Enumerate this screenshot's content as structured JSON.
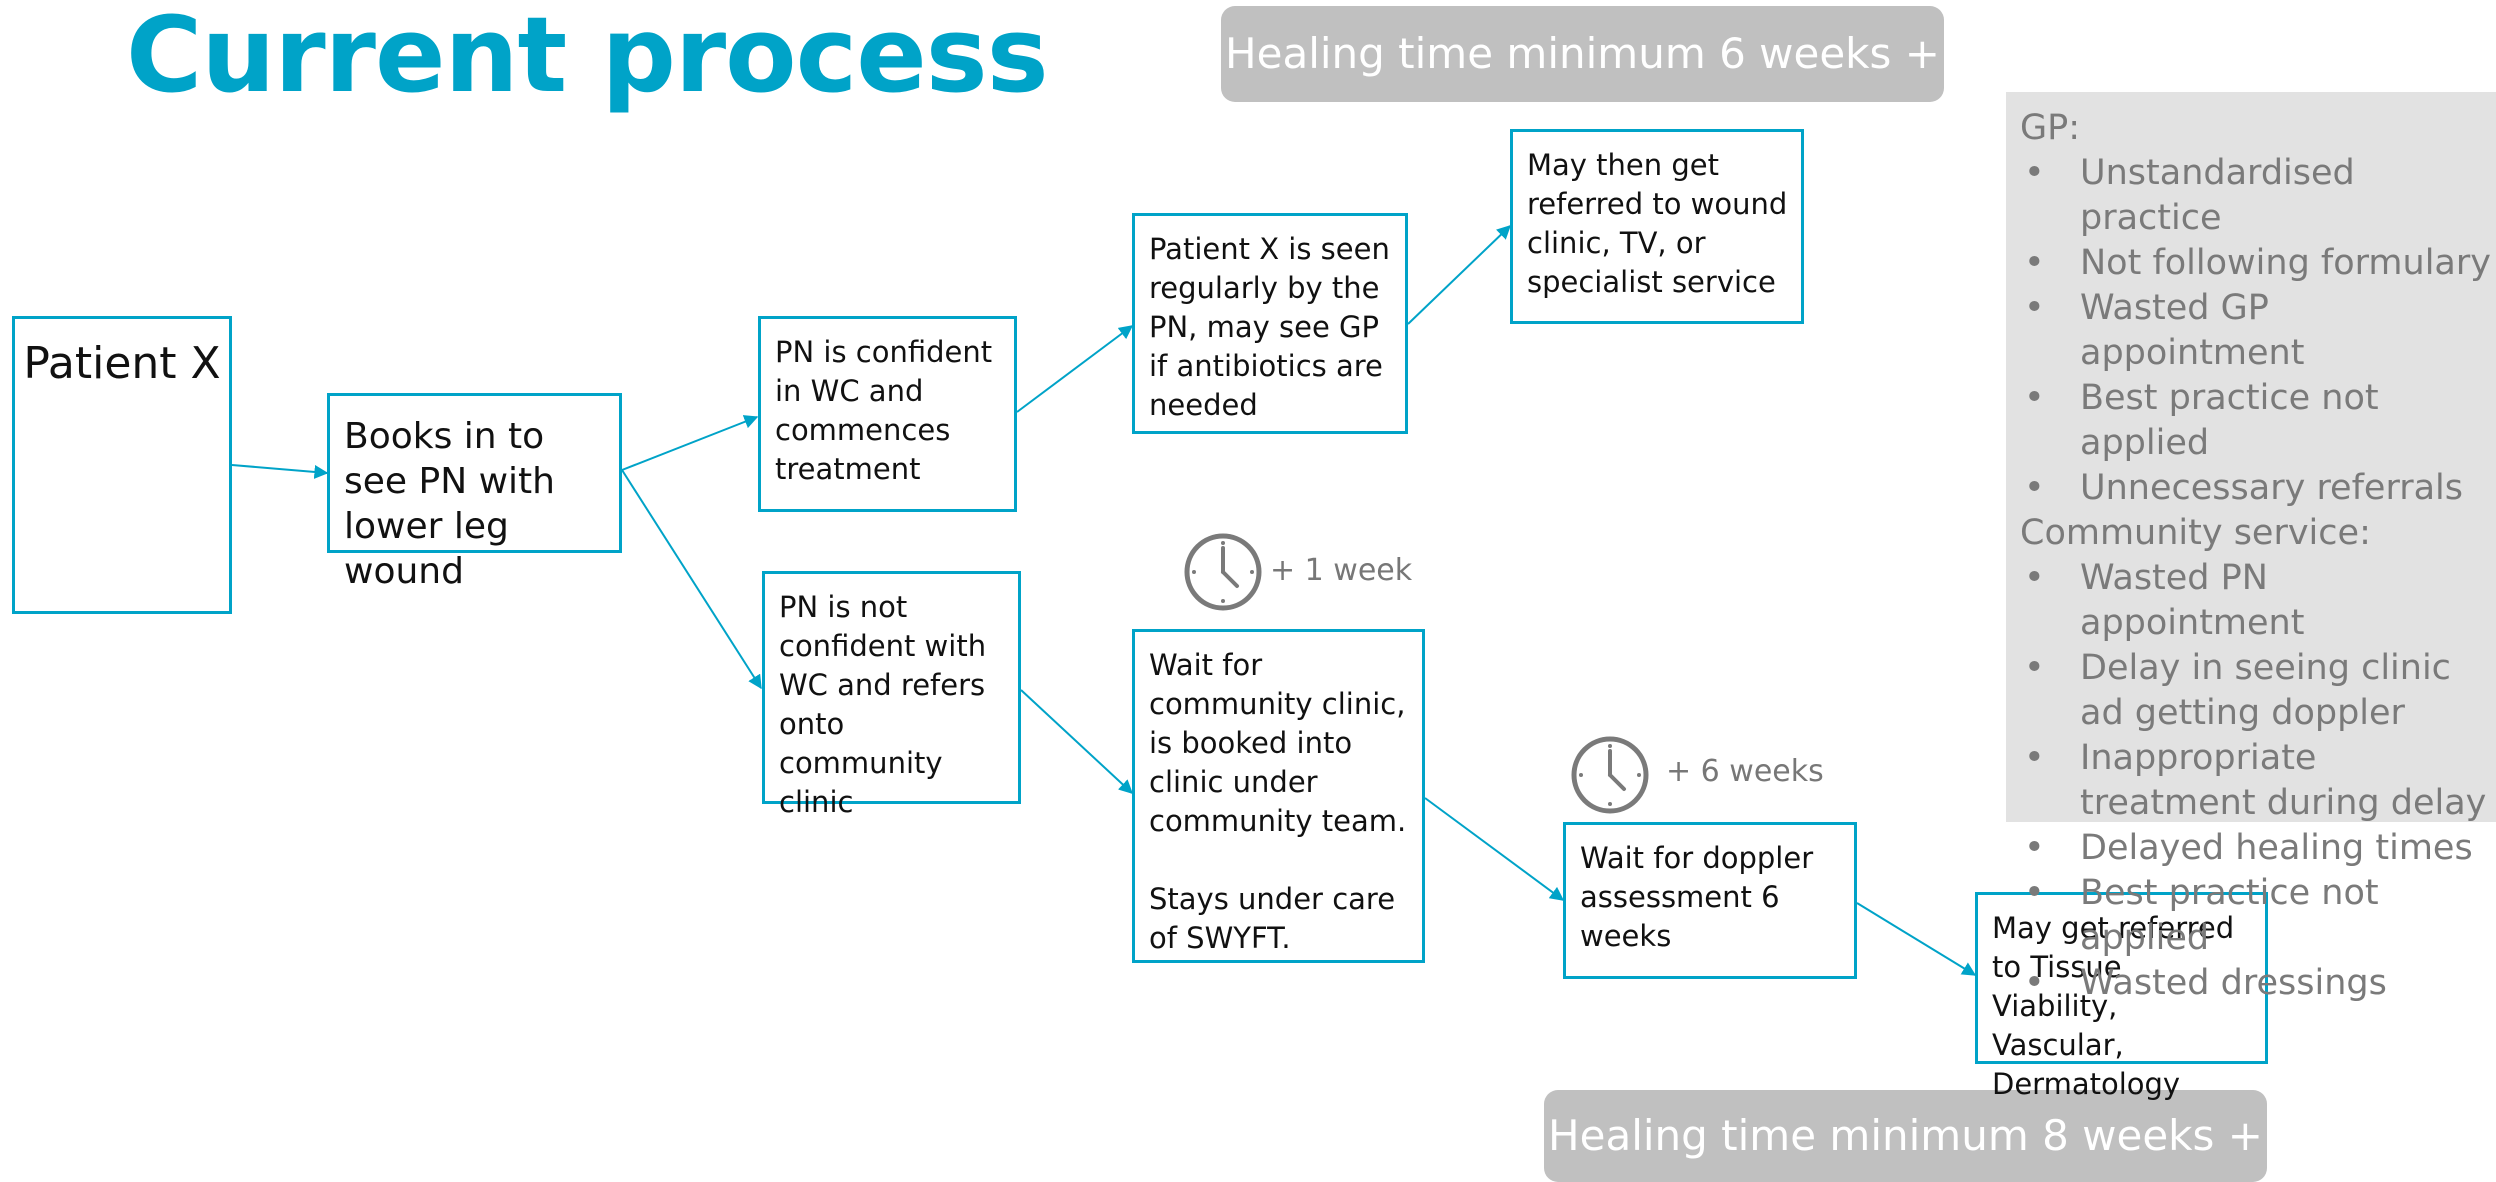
{
  "title": "Current process",
  "banners": {
    "top": "Healing time minimum 6 weeks +",
    "bottom": "Healing time minimum 8 weeks +"
  },
  "nodes": {
    "patient": "Patient X",
    "books": "Books in to see PN with lower leg wound",
    "confident": "PN is confident in WC and commences treatment",
    "seen": "Patient X is seen regularly by the PN, may see GP if antibiotics are needed",
    "referred": "May then get referred to wound clinic, TV, or specialist service",
    "not_confident": "PN is not confident with WC and refers onto community clinic",
    "wait_clinic": "Wait for community clinic, is booked into clinic under community team.",
    "stays": "Stays under care of SWYFT.",
    "doppler": "Wait for doppler assessment 6 weeks",
    "tissue": "May get referred to Tissue Viability, Vascular, Dermatology"
  },
  "clocks": {
    "one_week": "+ 1 week",
    "six_weeks": "+ 6 weeks"
  },
  "sidebar": {
    "gp_heading": "GP:",
    "gp_items": [
      "Unstandardised practice",
      "Not following formulary",
      "Wasted GP appointment",
      "Best practice not applied",
      "Unnecessary referrals"
    ],
    "community_heading": "Community service:",
    "community_items": [
      "Wasted PN appointment",
      "Delay in seeing clinic ad getting doppler",
      "Inappropriate treatment during delay",
      "Delayed healing times",
      "Best practice not applied",
      "Wasted dressings"
    ]
  },
  "colors": {
    "accent": "#00a3c8",
    "banner": "#c0c0c0",
    "sidebar_bg": "#e2e2e2",
    "sidebar_text": "#7a7a7a",
    "clock": "#7a7a7a"
  }
}
